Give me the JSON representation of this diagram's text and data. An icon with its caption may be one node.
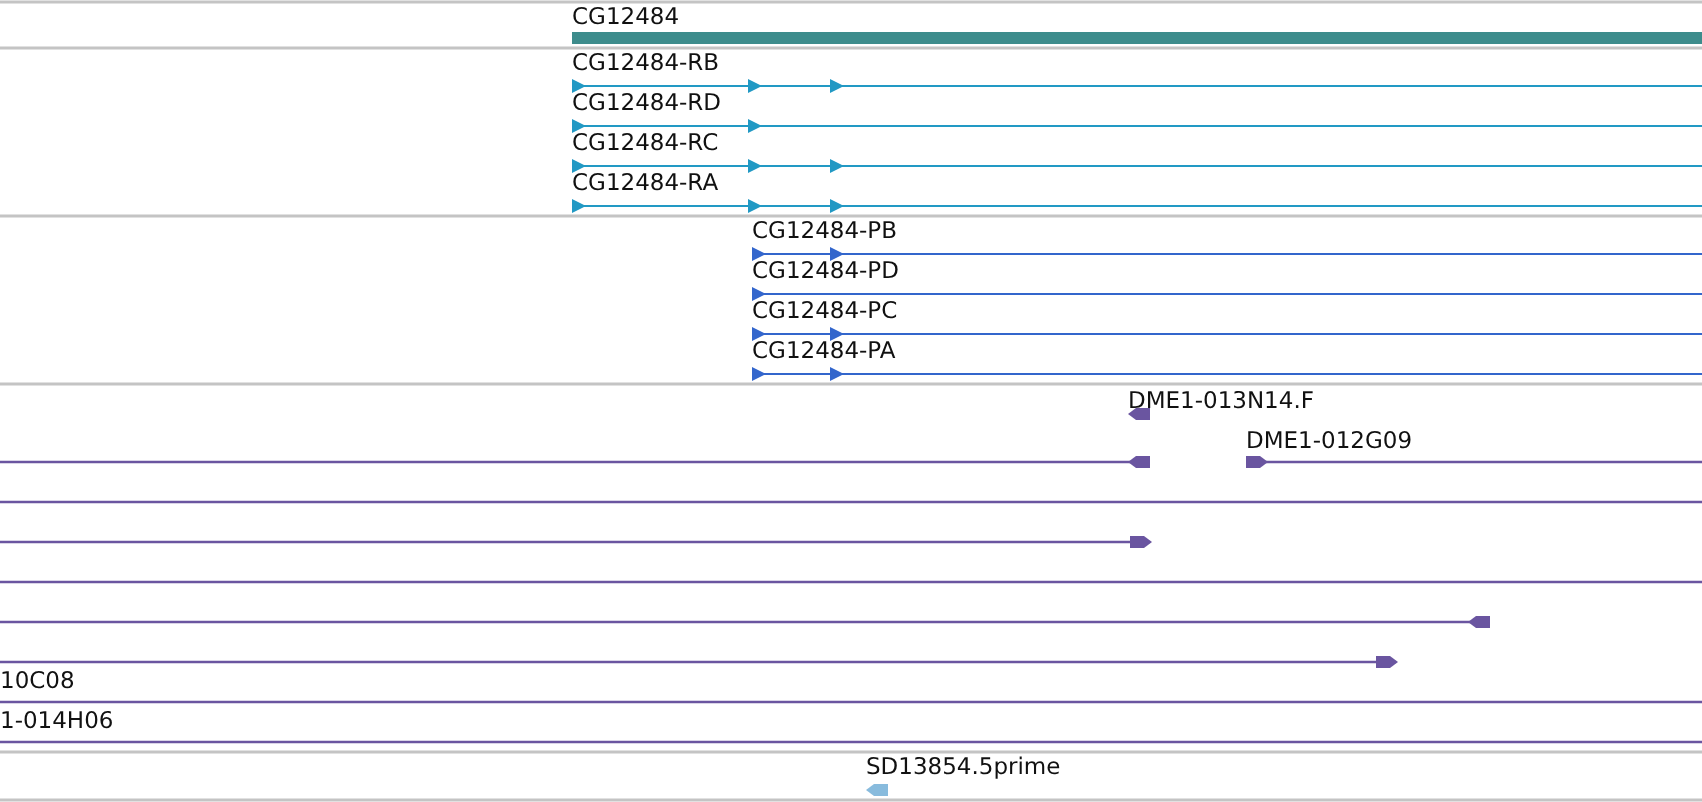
{
  "diagram": {
    "labels": [
      "CG12484",
      "CG12484-RB",
      "CG12484-RD",
      "CG12484-RC",
      "CG12484-RA",
      "CG12484-PB",
      "CG12484-PD",
      "CG12484-PC",
      "CG12484-PA",
      "DME1-013N14.F",
      "DME1-012G09",
      "10C08",
      "1-014H06",
      "SD13854.5prime"
    ]
  }
}
